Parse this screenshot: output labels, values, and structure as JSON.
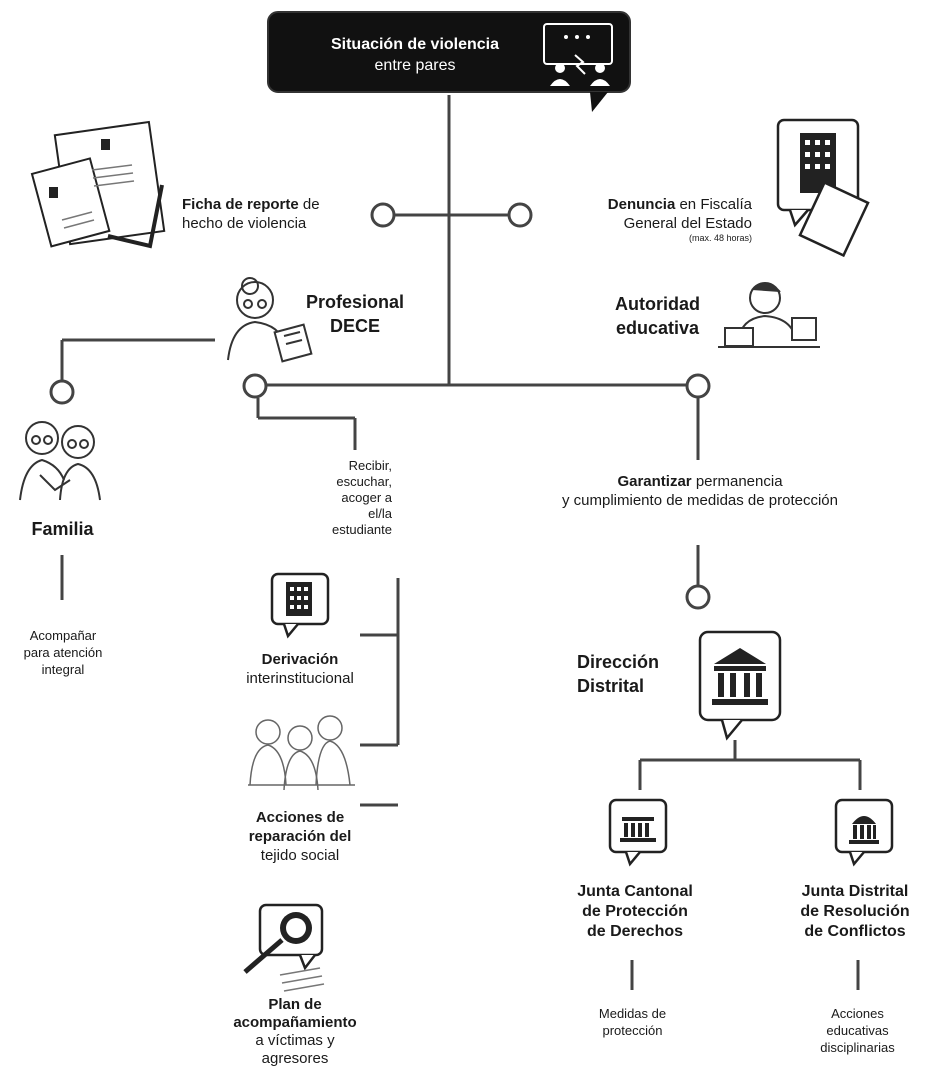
{
  "top": {
    "line1": "Situación de violencia",
    "line2": "entre pares"
  },
  "ficha": {
    "bold": "Ficha de reporte",
    "rest": " de",
    "line2": "hecho de violencia"
  },
  "denuncia": {
    "bold": "Denuncia",
    "rest": " en Fiscalía",
    "line2": "General del Estado",
    "note": "(max. 48 horas)"
  },
  "profesional": {
    "line1": "Profesional",
    "line2": "DECE"
  },
  "autoridad": {
    "line1": "Autoridad",
    "line2": "educativa"
  },
  "familia": {
    "title": "Familia",
    "desc1": "Acompañar",
    "desc2": "para atención",
    "desc3": "integral"
  },
  "recibir": {
    "l1": "Recibir,",
    "l2": "escuchar,",
    "l3": "acoger a",
    "l4": "el/la",
    "l5": "estudiante"
  },
  "garantizar": {
    "bold": "Garantizar",
    "rest": " permanencia",
    "line2": "y cumplimiento de medidas de protección"
  },
  "derivacion": {
    "title": "Derivación",
    "sub": "interinstitucional"
  },
  "acciones_rep": {
    "l1": "Acciones de",
    "l2": "reparación del",
    "l3": "tejido social"
  },
  "plan": {
    "l1": "Plan de",
    "l2": "acompañamiento",
    "l3": "a víctimas y",
    "l4": "agresores"
  },
  "direccion": {
    "line1": "Dirección",
    "line2": "Distrital"
  },
  "junta_cantonal": {
    "l1": "Junta Cantonal",
    "l2": "de Protección",
    "l3": "de Derechos",
    "desc1": "Medidas de",
    "desc2": "protección"
  },
  "junta_distrital": {
    "l1": "Junta Distrital",
    "l2": "de Resolución",
    "l3": "de Conflictos",
    "desc1": "Acciones",
    "desc2": "educativas",
    "desc3": "disciplinarias"
  }
}
